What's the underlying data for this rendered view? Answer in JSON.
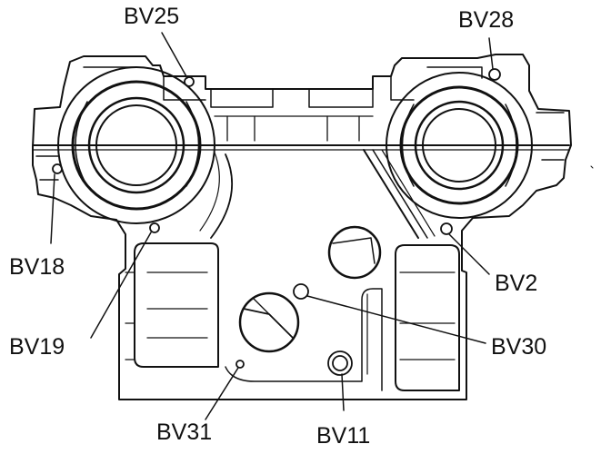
{
  "labels": {
    "bv25": "BV25",
    "bv28": "BV28",
    "bv18": "BV18",
    "bv2": "BV2",
    "bv19": "BV19",
    "bv30": "BV30",
    "bv31": "BV31",
    "bv11": "BV11"
  },
  "colors": {
    "ink": "#111111",
    "paper": "#ffffff"
  }
}
